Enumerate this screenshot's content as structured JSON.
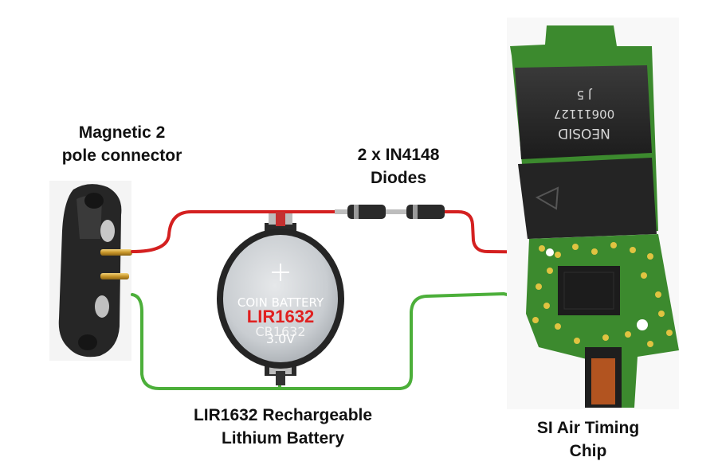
{
  "labels": {
    "connector": {
      "line1": "Magnetic 2",
      "line2": "pole connector"
    },
    "diodes": {
      "line1": "2 x IN4148",
      "line2": "Diodes"
    },
    "battery": {
      "line1": "LIR1632 Rechargeable",
      "line2": "Lithium Battery"
    },
    "chip": {
      "line1": "SI Air Timing",
      "line2": "Chip"
    }
  },
  "battery_face": {
    "line1": "COIN BATTERY",
    "model": "LIR1632",
    "line3": "CR1632",
    "voltage": "3.0V"
  },
  "chip_module": {
    "inductor_text1": "NEOSID",
    "inductor_text2": "00611127",
    "inductor_text3": "J 5"
  },
  "colors": {
    "positive_wire": "#d42020",
    "negative_wire": "#4caf3a",
    "model_text": "#e02020",
    "pcb": "#3c8a2e"
  }
}
